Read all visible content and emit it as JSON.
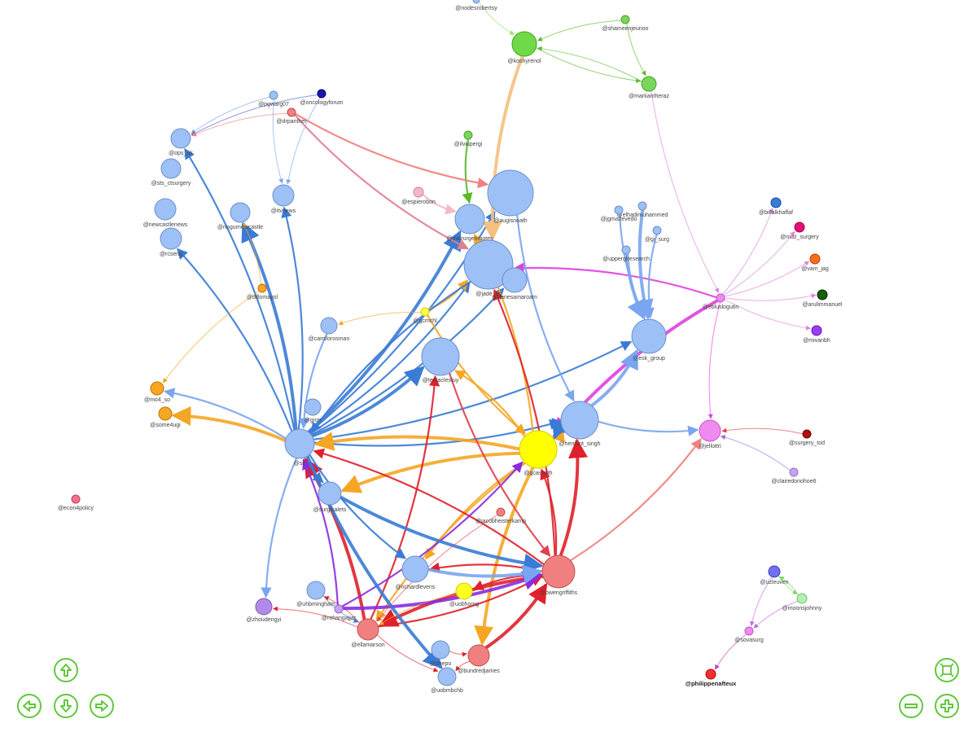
{
  "graph": {
    "colors": {
      "blue": "#3a7bd5",
      "light_blue": "#9dc1f7",
      "orange": "#f5a623",
      "red": "#e0202a",
      "pink_red": "#f08080",
      "magenta": "#e040e0",
      "purple": "#8a2be2",
      "green": "#5fc93a",
      "yellow": "#ffff00"
    },
    "nodes": [
      {
        "id": "nodesrobertsy",
        "label": "@nodesrobertsy",
        "color": "#9dc1f7"
      },
      {
        "id": "kushyrenol",
        "label": "@koshyrenol",
        "color": "#6fd94a"
      },
      {
        "id": "shameenjeunoo",
        "label": "@shameenjeunoo",
        "color": "#7ad65a"
      },
      {
        "id": "markantheraz",
        "label": "@markantheraz",
        "color": "#7ad65a"
      },
      {
        "id": "pgwarg07",
        "label": "@pgwarg07",
        "color": "#9dc1f7"
      },
      {
        "id": "oncologyforum",
        "label": "@oncologyforum",
        "color": "#1a1aa8"
      },
      {
        "id": "drpanther",
        "label": "@drpanther",
        "color": "#f08080"
      },
      {
        "id": "ops_uk",
        "label": "@ops_uk",
        "color": "#9dc1f7"
      },
      {
        "id": "sts_ctsurgery",
        "label": "@sts_ctsurgery",
        "color": "#9dc1f7"
      },
      {
        "id": "newcastlenews",
        "label": "@newcastlenews",
        "color": "#9dc1f7"
      },
      {
        "id": "rcseng",
        "label": "@rcseng",
        "color": "#9dc1f7"
      },
      {
        "id": "nogurnewcastle",
        "label": "@nogurnewcastle",
        "color": "#9dc1f7"
      },
      {
        "id": "itvnews",
        "label": "@itvnews",
        "color": "#9dc1f7"
      },
      {
        "id": "ilviupergi",
        "label": "@ilviupergi",
        "color": "#7ad65a"
      },
      {
        "id": "espierobon",
        "label": "@espierobon",
        "color": "#f5b8c8"
      },
      {
        "id": "augisnoath",
        "label": "@augisnoath",
        "color": "#9dc1f7"
      },
      {
        "id": "mazurgenmotes",
        "label": "@mazurgenmotes",
        "color": "#9dc1f7"
      },
      {
        "id": "elhadimuhammed",
        "label": "@elhadimuhammed",
        "color": "#9dc1f7"
      },
      {
        "id": "jgmazevedo",
        "label": "@jgmazevedo",
        "color": "#9dc1f7"
      },
      {
        "id": "gi_surg",
        "label": "@gi_surg",
        "color": "#9dc1f7"
      },
      {
        "id": "upperglresearch",
        "label": "@upperglresearch",
        "color": "#9dc1f7"
      },
      {
        "id": "jade_ss",
        "label": "@jade_ss",
        "color": "#9dc1f7"
      },
      {
        "id": "ganesamaroam",
        "label": "@ganesamaroam",
        "color": "#9dc1f7"
      },
      {
        "id": "billalkhaffaf",
        "label": "@billalkhaffaf",
        "color": "#3a7bd5"
      },
      {
        "id": "maz_surgery",
        "label": "@maz_surgery",
        "color": "#e0107a"
      },
      {
        "id": "vam_jag",
        "label": "@vam_jag",
        "color": "#f07020"
      },
      {
        "id": "arulimmanuel",
        "label": "@arulimmanuel",
        "color": "#1a5c10"
      },
      {
        "id": "mivanbh",
        "label": "@mivanbh",
        "color": "#9a40f0"
      },
      {
        "id": "ebluslogutin",
        "label": "@ebluslogutin",
        "color": "#f08af0"
      },
      {
        "id": "dillomayol",
        "label": "@dillomayol",
        "color": "#f5a623"
      },
      {
        "id": "gcmchl",
        "label": "@gcmchl",
        "color": "#ffff40"
      },
      {
        "id": "camilorosman",
        "label": "@camilorosman",
        "color": "#9dc1f7"
      },
      {
        "id": "tentaclest",
        "label": "@tentaclestuy",
        "color": "#9dc1f7"
      },
      {
        "id": "esk_group",
        "label": "@esk_group",
        "color": "#9dc1f7"
      },
      {
        "id": "mo4_so",
        "label": "@mo4_so",
        "color": "#f5a623"
      },
      {
        "id": "some4ugi",
        "label": "@some4ugi",
        "color": "#f5a623"
      },
      {
        "id": "smallnode1",
        "label": "@gnm",
        "color": "#9dc1f7"
      },
      {
        "id": "hemant_singh",
        "label": "@hemant_singh",
        "color": "#9dc1f7"
      },
      {
        "id": "jellottri",
        "label": "@jellottri",
        "color": "#f08af0"
      },
      {
        "id": "surgery_tod",
        "label": "@surgery_tod",
        "color": "#b01010"
      },
      {
        "id": "clairedonohoe6",
        "label": "@clairedonohoe6",
        "color": "#c8a0f5"
      },
      {
        "id": "sir",
        "label": "@sir",
        "color": "#9dc1f7"
      },
      {
        "id": "gcasmith",
        "label": "@gcasmith",
        "color": "#ffff00"
      },
      {
        "id": "econ4policy",
        "label": "@econ4policy",
        "color": "#f07090"
      },
      {
        "id": "surgicalets",
        "label": "@surgicalets",
        "color": "#9dc1f7"
      },
      {
        "id": "jacobheisterkamp",
        "label": "@jacobheisterkamp",
        "color": "#f08080"
      },
      {
        "id": "richardlevens",
        "label": "@richardlevens",
        "color": "#9dc1f7"
      },
      {
        "id": "owengriffiths",
        "label": "@owengriffiths",
        "color": "#f08080"
      },
      {
        "id": "uhbmingham",
        "label": "@uhbmingham",
        "color": "#9dc1f7"
      },
      {
        "id": "uobhomg",
        "label": "@uobhomg",
        "color": "#ffff20"
      },
      {
        "id": "zhoudengyi",
        "label": "@zhoudengyi",
        "color": "#b08ae8"
      },
      {
        "id": "rohangajjar",
        "label": "@rohangajjar",
        "color": "#c8a0f5"
      },
      {
        "id": "ellamarson",
        "label": "@ellamarson",
        "color": "#f08080"
      },
      {
        "id": "dnepo",
        "label": "@dnepo",
        "color": "#9dc1f7"
      },
      {
        "id": "bundredjames",
        "label": "@bundredjames",
        "color": "#f08080"
      },
      {
        "id": "uobmbchb",
        "label": "@uobmbchb",
        "color": "#9dc1f7"
      },
      {
        "id": "uzleuven",
        "label": "@uzleuven",
        "color": "#7070f0"
      },
      {
        "id": "moonsjohnny",
        "label": "@moonsjohnny",
        "color": "#b0f0b0"
      },
      {
        "id": "sovasurg",
        "label": "@sovasurg",
        "color": "#f08af0"
      },
      {
        "id": "philippenafteux",
        "label": "@philippenafteux",
        "color": "#f03030",
        "bold": true
      }
    ],
    "edges": [
      [
        "shameenjeunoo",
        "kushyrenol",
        "#5aba2a"
      ],
      [
        "kushyrenol",
        "markantheraz",
        "#5aba2a"
      ],
      [
        "markantheraz",
        "kushyrenol",
        "#5aba2a"
      ],
      [
        "shameenjeunoo",
        "markantheraz",
        "#5aba2a"
      ],
      [
        "nodesrobertsy",
        "kushyrenol",
        "#9be07a"
      ],
      [
        "ilviupergi",
        "mazurgenmotes",
        "#5aba2a"
      ],
      [
        "markantheraz",
        "ebluslogutin",
        "#e080e0"
      ],
      [
        "sir",
        "ops_uk",
        "#3a7bd5"
      ],
      [
        "sir",
        "rcseng",
        "#3a7bd5"
      ],
      [
        "sir",
        "nogurnewcastle",
        "#3a7bd5"
      ],
      [
        "sir",
        "itvnews",
        "#3a7bd5"
      ],
      [
        "sir",
        "augisnoath",
        "#3a7bd5"
      ],
      [
        "sir",
        "mazurgenmotes",
        "#3a7bd5"
      ],
      [
        "sir",
        "jade_ss",
        "#3a7bd5"
      ],
      [
        "sir",
        "ganesamaroam",
        "#3a7bd5"
      ],
      [
        "sir",
        "tentaclest",
        "#3a7bd5"
      ],
      [
        "sir",
        "hemant_singh",
        "#3a7bd5"
      ],
      [
        "sir",
        "esk_group",
        "#3a7bd5"
      ],
      [
        "gcasmith",
        "sir",
        "#f5a623"
      ],
      [
        "gcasmith",
        "tentaclest",
        "#f5a623"
      ],
      [
        "gcasmith",
        "mazurgenmotes",
        "#f5a623"
      ],
      [
        "gcasmith",
        "surgicalets",
        "#f5a623"
      ],
      [
        "gcasmith",
        "richardlevens",
        "#f5a623"
      ],
      [
        "gcasmith",
        "ellamarson",
        "#f5a623"
      ],
      [
        "gcasmith",
        "bundredjames",
        "#f5a623"
      ],
      [
        "gcmchl",
        "jade_ss",
        "#f5a623"
      ],
      [
        "owengriffiths",
        "sir",
        "#e0202a"
      ],
      [
        "owengriffiths",
        "ellamarson",
        "#e0202a"
      ],
      [
        "owengriffiths",
        "richardlevens",
        "#e0202a"
      ],
      [
        "owengriffiths",
        "jade_ss",
        "#e0202a"
      ],
      [
        "owengriffiths",
        "hemant_singh",
        "#e0202a"
      ],
      [
        "owengriffiths",
        "gcasmith",
        "#e0202a"
      ],
      [
        "owengriffiths",
        "uobhomg",
        "#e0202a"
      ],
      [
        "ellamarson",
        "sir",
        "#e0202a"
      ],
      [
        "ellamarson",
        "tentaclest",
        "#e0202a"
      ],
      [
        "ellamarson",
        "owengriffiths",
        "#e0202a"
      ],
      [
        "ellamarson",
        "uobmbchb",
        "#e0202a"
      ],
      [
        "ellamarson",
        "uhbmingham",
        "#e0202a"
      ],
      [
        "bundredjames",
        "uobmbchb",
        "#e0202a"
      ],
      [
        "bundredjames",
        "owengriffiths",
        "#e0202a"
      ],
      [
        "rohangajjar",
        "sir",
        "#8a2be2"
      ],
      [
        "rohangajjar",
        "gcasmith",
        "#8a2be2"
      ],
      [
        "rohangajjar",
        "owengriffiths",
        "#8a2be2"
      ],
      [
        "ebluslogutin",
        "jellottri",
        "#e040e0"
      ],
      [
        "ebluslogutin",
        "jade_ss",
        "#e040e0"
      ],
      [
        "ebluslogutin",
        "gcasmith",
        "#e040e0"
      ],
      [
        "ebluslogutin",
        "billalkhaffaf",
        "#e080e0"
      ],
      [
        "ebluslogutin",
        "maz_surgery",
        "#e080e0"
      ],
      [
        "ebluslogutin",
        "vam_jag",
        "#e080e0"
      ],
      [
        "ebluslogutin",
        "arulimmanuel",
        "#e080e0"
      ],
      [
        "ebluslogutin",
        "mivanbh",
        "#e080e0"
      ],
      [
        "surgery_tod",
        "jellottri",
        "#e04050"
      ],
      [
        "clairedonohoe6",
        "jellottri",
        "#9070e0"
      ],
      [
        "hemant_singh",
        "jellottri",
        "#7aa5f0"
      ],
      [
        "hemant_singh",
        "esk_group",
        "#7aa5f0"
      ],
      [
        "pgwarg07",
        "ops_uk",
        "#7aa5f0"
      ],
      [
        "pgwarg07",
        "itvnews",
        "#7aa5f0"
      ],
      [
        "oncologyforum",
        "ops_uk",
        "#5060d0"
      ],
      [
        "drpanther",
        "ops_uk",
        "#f08080"
      ],
      [
        "drpanther",
        "augisnoath",
        "#f08080"
      ],
      [
        "dillomayol",
        "nogurnewcastle",
        "#f5a623"
      ],
      [
        "dillomayol",
        "mo4_so",
        "#f5a623"
      ],
      [
        "espierobon",
        "mazurgenmotes",
        "#f5b8c8"
      ],
      [
        "elhadimuhammed",
        "esk_group",
        "#7aa5f0"
      ],
      [
        "jgmazevedo",
        "esk_group",
        "#7aa5f0"
      ],
      [
        "gi_surg",
        "esk_group",
        "#7aa5f0"
      ],
      [
        "upperglresearch",
        "esk_group",
        "#7aa5f0"
      ],
      [
        "sir",
        "surgicalets",
        "#3a7bd5"
      ],
      [
        "sir",
        "richardlevens",
        "#3a7bd5"
      ],
      [
        "sir",
        "uobmbchb",
        "#3a7bd5"
      ],
      [
        "sir",
        "mo4_so",
        "#7aa5f0"
      ],
      [
        "sir",
        "zhoudengyi",
        "#7aa5f0"
      ],
      [
        "surgicalets",
        "owengriffiths",
        "#3a7bd5"
      ],
      [
        "camilorosman",
        "sir",
        "#7aa5f0"
      ],
      [
        "uobhomg",
        "ellamarson",
        "#f5a623"
      ],
      [
        "jacobheisterkamp",
        "ellamarson",
        "#e04050"
      ],
      [
        "dnepo",
        "bundredjames",
        "#e0202a"
      ],
      [
        "uzleuven",
        "moonsjohnny",
        "#7ad65a"
      ],
      [
        "moonsjohnny",
        "uzleuven",
        "#7ad65a"
      ],
      [
        "moonsjohnny",
        "sovasurg",
        "#c070e0"
      ],
      [
        "uzleuven",
        "sovasurg",
        "#c070e0"
      ],
      [
        "sovasurg",
        "philippenafteux",
        "#c040c0"
      ],
      [
        "ellamarson",
        "zhoudengyi",
        "#e0202a"
      ],
      [
        "uhbmingham",
        "ellamarson",
        "#3a7bd5"
      ],
      [
        "richardlevens",
        "owengriffiths",
        "#7aa5f0"
      ],
      [
        "owengriffiths",
        "jellottri",
        "#f08080"
      ],
      [
        "gcasmith",
        "hemant_singh",
        "#f5a623"
      ],
      [
        "hemant_singh",
        "gcasmith",
        "#3a7bd5"
      ],
      [
        "tentaclest",
        "owengriffiths",
        "#e04050"
      ],
      [
        "gcmchl",
        "gcasmith",
        "#f5a623"
      ],
      [
        "gcmchl",
        "camilorosman",
        "#f5a623"
      ],
      [
        "oncologyforum",
        "itvnews",
        "#7aa5f0"
      ],
      [
        "drpanther",
        "jade_ss",
        "#e0808f"
      ],
      [
        "kushyrenol",
        "jade_ss",
        "#f5c080"
      ],
      [
        "augisnoath",
        "hemant_singh",
        "#7aa5f0"
      ],
      [
        "jade_ss",
        "sir",
        "#3a7bd5"
      ],
      [
        "sir",
        "some4ugi",
        "#f5a623"
      ]
    ]
  },
  "controls": {
    "pan_up": "arrow-up",
    "pan_left": "arrow-left",
    "pan_down": "arrow-down",
    "pan_right": "arrow-right",
    "zoom_fit": "fit",
    "zoom_out": "minus",
    "zoom_in": "plus"
  }
}
